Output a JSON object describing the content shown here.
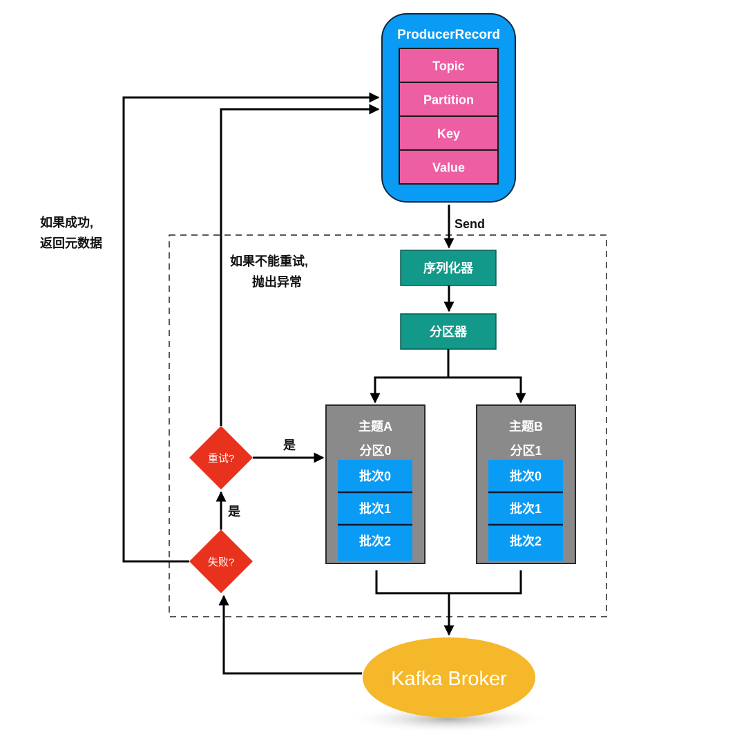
{
  "producer_record": {
    "title": "ProducerRecord",
    "fields": [
      "Topic",
      "Partition",
      "Key",
      "Value"
    ]
  },
  "send_label": "Send",
  "serializer": "序列化器",
  "partitioner": "分区器",
  "topics": [
    {
      "topic": "主题A",
      "partition": "分区0",
      "batches": [
        "批次0",
        "批次1",
        "批次2"
      ]
    },
    {
      "topic": "主题B",
      "partition": "分区1",
      "batches": [
        "批次0",
        "批次1",
        "批次2"
      ]
    }
  ],
  "retry_decision": "重试?",
  "fail_decision": "失败?",
  "yes_label_retry": "是",
  "yes_label_fail": "是",
  "success_note": [
    "如果成功,",
    "返回元数据"
  ],
  "no_retry_note": [
    "如果不能重试,",
    "抛出异常"
  ],
  "broker": "Kafka Broker",
  "colors": {
    "record_bg": "#0a9bf5",
    "field_bg": "#ee5ea3",
    "processor_bg": "#13998a",
    "topic_bg": "#8a8a8a",
    "batch_bg": "#0a9bf5",
    "decision_bg": "#e8321e",
    "broker_bg": "#f5b82a"
  }
}
